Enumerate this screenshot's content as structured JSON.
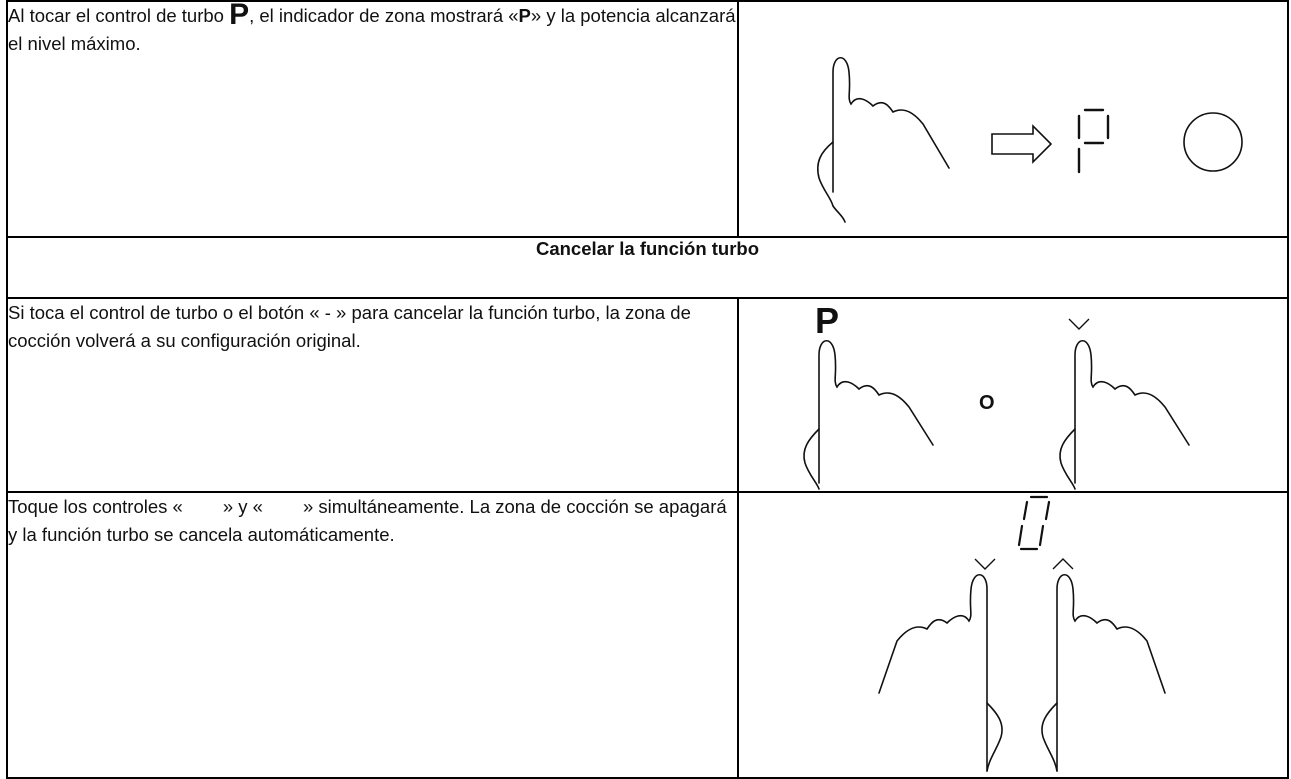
{
  "row1": {
    "text_before": "Al tocar el control de turbo ",
    "turbo_symbol": "P",
    "text_middle": ", el indicador de zona mostrará «",
    "zone_symbol": "P",
    "text_after": "» y la potencia alcanzará el nivel máximo.",
    "display_symbol": "P"
  },
  "heading": "Cancelar la función turbo",
  "row3": {
    "text": "Si toca el control de turbo o el botón « - » para cancelar la función turbo, la zona de cocción volverá a su configuración original.",
    "fig_label_p": "P",
    "fig_label_or": "O"
  },
  "row4": {
    "text_before": "Toque los controles «",
    "text_middle": "» y «",
    "text_after": "» simultáneamente. La zona de cocción se apagará y la función turbo se cancela automáticamente.",
    "display_digit": "0"
  },
  "icons": [
    "finger-icon",
    "arrow-right-icon",
    "seven-segment-p-icon",
    "circle-zone-icon",
    "chevron-down-icon",
    "chevron-up-icon",
    "seven-segment-zero-icon"
  ]
}
